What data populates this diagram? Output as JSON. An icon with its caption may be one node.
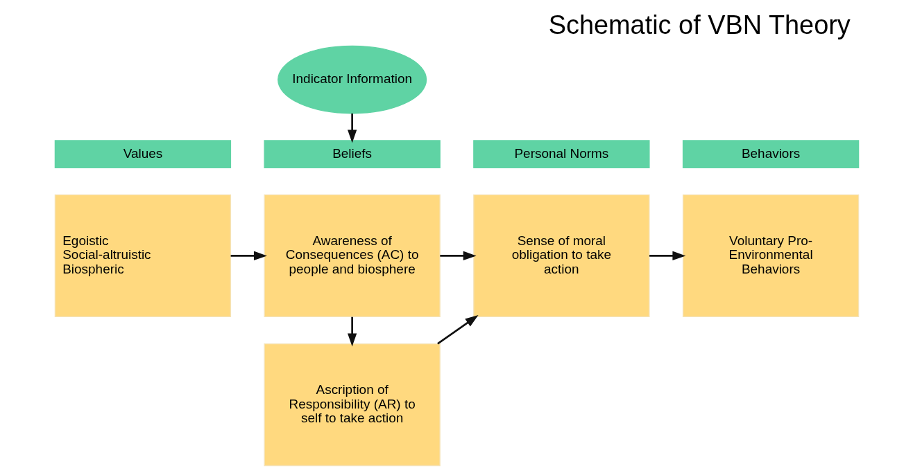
{
  "diagram": {
    "title": "Schematic of VBN Theory",
    "nodes": [
      {
        "text": [
          "Indicator Information"
        ]
      },
      {
        "text": [
          "Values"
        ]
      },
      {
        "text": [
          "Beliefs"
        ]
      },
      {
        "text": [
          "Personal Norms"
        ]
      },
      {
        "text": [
          "Behaviors"
        ]
      },
      {
        "text": [
          "Egoistic",
          "Social-altruistic",
          "Biospheric"
        ]
      },
      {
        "text": [
          "Awareness of Consequences (AC) to people and biosphere"
        ]
      },
      {
        "text": [
          "Sense of moral obligation to take action"
        ]
      },
      {
        "text": [
          "Voluntary Pro-Environmental Behaviors"
        ]
      },
      {
        "text": [
          "Ascription of Responsibility (AR) to self to take action"
        ]
      }
    ],
    "edges": [
      {
        "from": 0,
        "to": 2,
        "arrow": "to"
      },
      {
        "from": 5,
        "to": 6,
        "arrow": "to"
      },
      {
        "from": 6,
        "to": 7,
        "arrow": "to"
      },
      {
        "from": 7,
        "to": 8,
        "arrow": "to"
      },
      {
        "from": 6,
        "to": 9,
        "arrow": "to"
      },
      {
        "from": 9,
        "to": 7,
        "arrow": "to"
      }
    ]
  }
}
